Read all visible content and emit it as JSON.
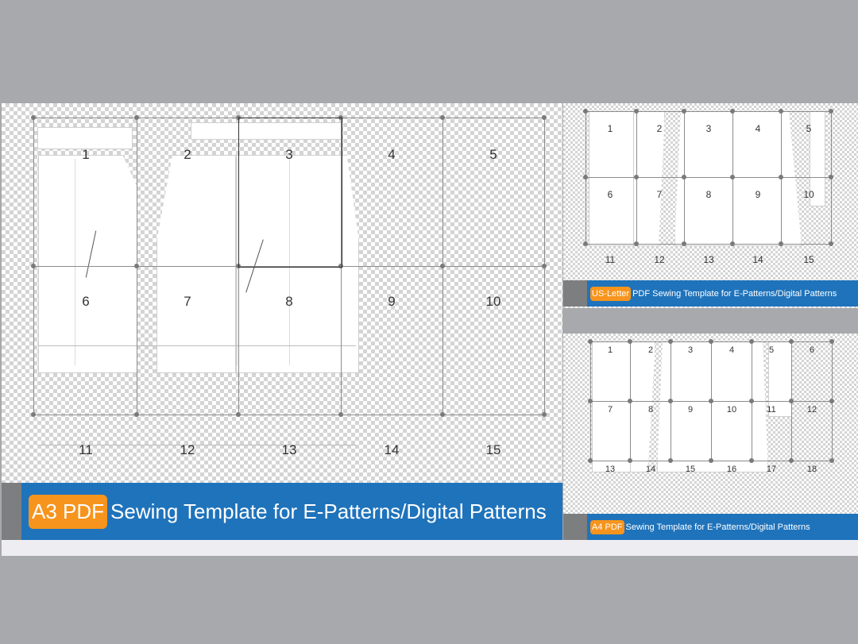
{
  "a3": {
    "pages": [
      "1",
      "2",
      "3",
      "4",
      "5",
      "6",
      "7",
      "8",
      "9",
      "10",
      "11",
      "12",
      "13",
      "14",
      "15"
    ],
    "banner_tag": "A3 PDF",
    "banner_text": "Sewing Template for E-Patterns/Digital Patterns"
  },
  "letter": {
    "pages": [
      "1",
      "2",
      "3",
      "4",
      "5",
      "6",
      "7",
      "8",
      "9",
      "10",
      "11",
      "12",
      "13",
      "14",
      "15"
    ],
    "banner_tag": "US-Letter",
    "banner_text": "PDF Sewing Template for E-Patterns/Digital Patterns"
  },
  "a4": {
    "pages": [
      "1",
      "2",
      "3",
      "4",
      "5",
      "6",
      "7",
      "8",
      "9",
      "10",
      "11",
      "12",
      "13",
      "14",
      "15",
      "16",
      "17",
      "18"
    ],
    "banner_tag": "A4 PDF",
    "banner_text": "Sewing Template for E-Patterns/Digital Patterns"
  },
  "colors": {
    "background": "#a7a9ac",
    "banner_blue": "#1f73bb",
    "tag_orange": "#f7941d"
  }
}
